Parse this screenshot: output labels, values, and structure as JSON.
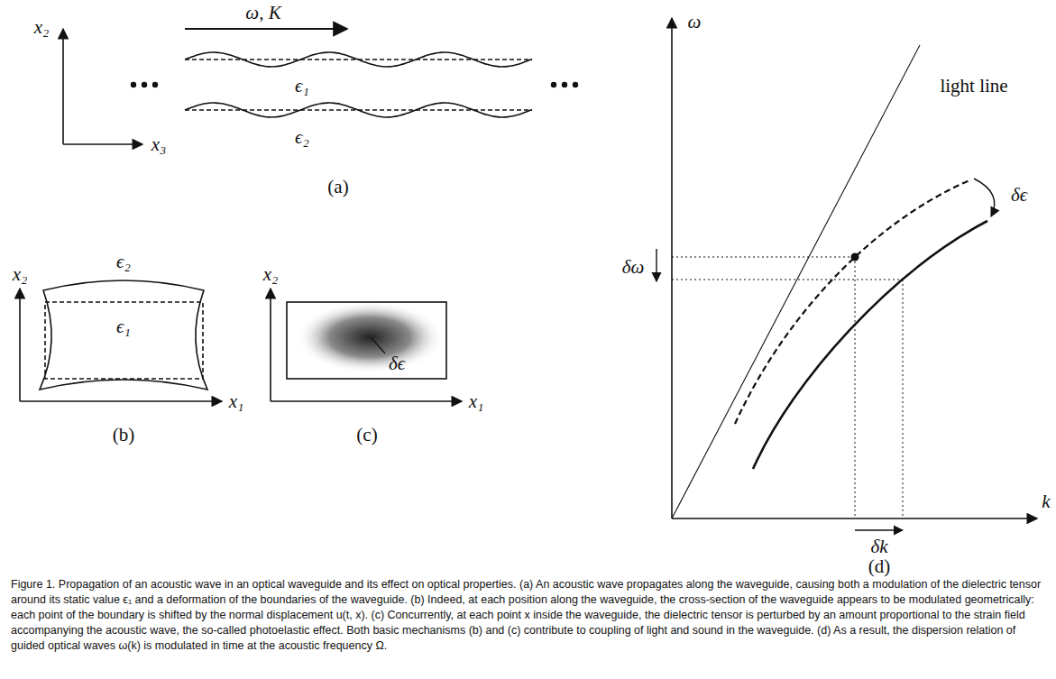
{
  "diagram": {
    "caption": "Figure 1. Propagation of an acoustic wave in an optical waveguide and its effect on optical properties. (a) An acoustic wave propagates along the waveguide, causing both a modulation of the dielectric tensor around its static value ϵ₁ and a deformation of the boundaries of the waveguide. (b) Indeed, at each position along the waveguide, the cross-section of the waveguide appears to be modulated geometrically: each point of the boundary is shifted by the normal displacement u(t, x). (c) Concurrently, at each point x inside the waveguide, the dielectric tensor is perturbed by an amount proportional to the strain field accompanying the acoustic wave, the so-called photoelastic effect. Both basic mechanisms (b) and (c) contribute to coupling of light and sound in the waveguide. (d) As a result, the dispersion relation of guided optical waves ω(k) is modulated in time at the acoustic frequency Ω.",
    "labels": [
      "ω, K",
      "x₂",
      "x₃",
      "ϵ₁",
      "ϵ₂",
      "(a)",
      "ϵ₂",
      "x₂",
      "ϵ₁",
      "x₁",
      "(b)",
      "x₂",
      "x₁",
      "δϵ",
      "(c)",
      "ω",
      "light line",
      "δϵ",
      "δω",
      "δk",
      "k",
      "(d)"
    ]
  }
}
